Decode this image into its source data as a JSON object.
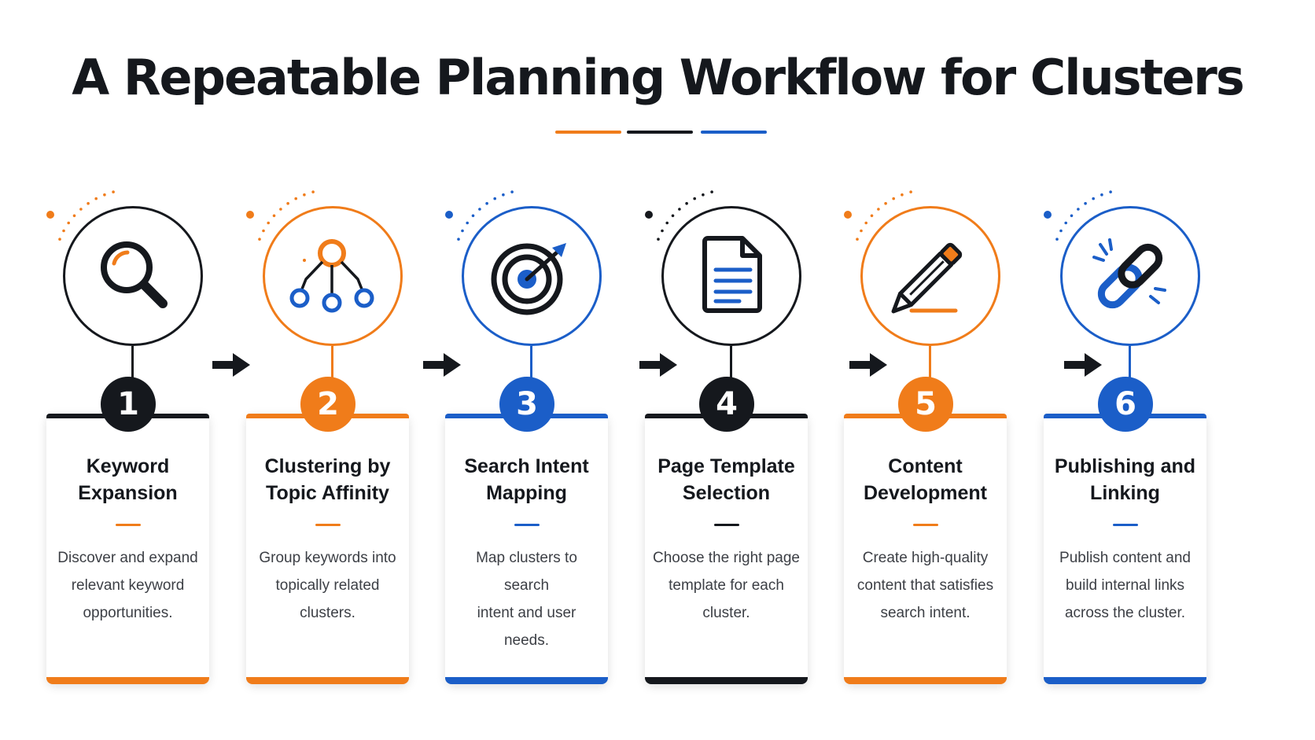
{
  "title": "A Repeatable Planning Workflow for Clusters",
  "colors": {
    "orange": "#f07c1a",
    "black": "#15181d",
    "blue": "#1b5ec8"
  },
  "steps": [
    {
      "number": "1",
      "title": "Keyword\nExpansion",
      "description": "Discover and expand\nrelevant keyword\nopportunities.",
      "icon": "magnifier-icon",
      "accent": "#15181d",
      "bottom": "#f07c1a",
      "dots": "#f07c1a",
      "sep": "#f07c1a"
    },
    {
      "number": "2",
      "title": "Clustering by\nTopic Affinity",
      "description": "Group keywords into\ntopically related\nclusters.",
      "icon": "hierarchy-icon",
      "accent": "#f07c1a",
      "bottom": "#f07c1a",
      "dots": "#f07c1a",
      "sep": "#f07c1a"
    },
    {
      "number": "3",
      "title": "Search Intent\nMapping",
      "description": "Map clusters to search\nintent and user needs.",
      "icon": "target-icon",
      "accent": "#1b5ec8",
      "bottom": "#1b5ec8",
      "dots": "#1b5ec8",
      "sep": "#1b5ec8"
    },
    {
      "number": "4",
      "title": "Page Template\nSelection",
      "description": "Choose the right page\ntemplate for each\ncluster.",
      "icon": "document-icon",
      "accent": "#15181d",
      "bottom": "#15181d",
      "dots": "#15181d",
      "sep": "#15181d"
    },
    {
      "number": "5",
      "title": "Content\nDevelopment",
      "description": "Create high-quality\ncontent that satisfies\nsearch intent.",
      "icon": "pencil-icon",
      "accent": "#f07c1a",
      "bottom": "#f07c1a",
      "dots": "#f07c1a",
      "sep": "#f07c1a"
    },
    {
      "number": "6",
      "title": "Publishing and\nLinking",
      "description": "Publish content and\nbuild internal links\nacross the cluster.",
      "icon": "link-icon",
      "accent": "#1b5ec8",
      "bottom": "#1b5ec8",
      "dots": "#1b5ec8",
      "sep": "#1b5ec8"
    }
  ]
}
